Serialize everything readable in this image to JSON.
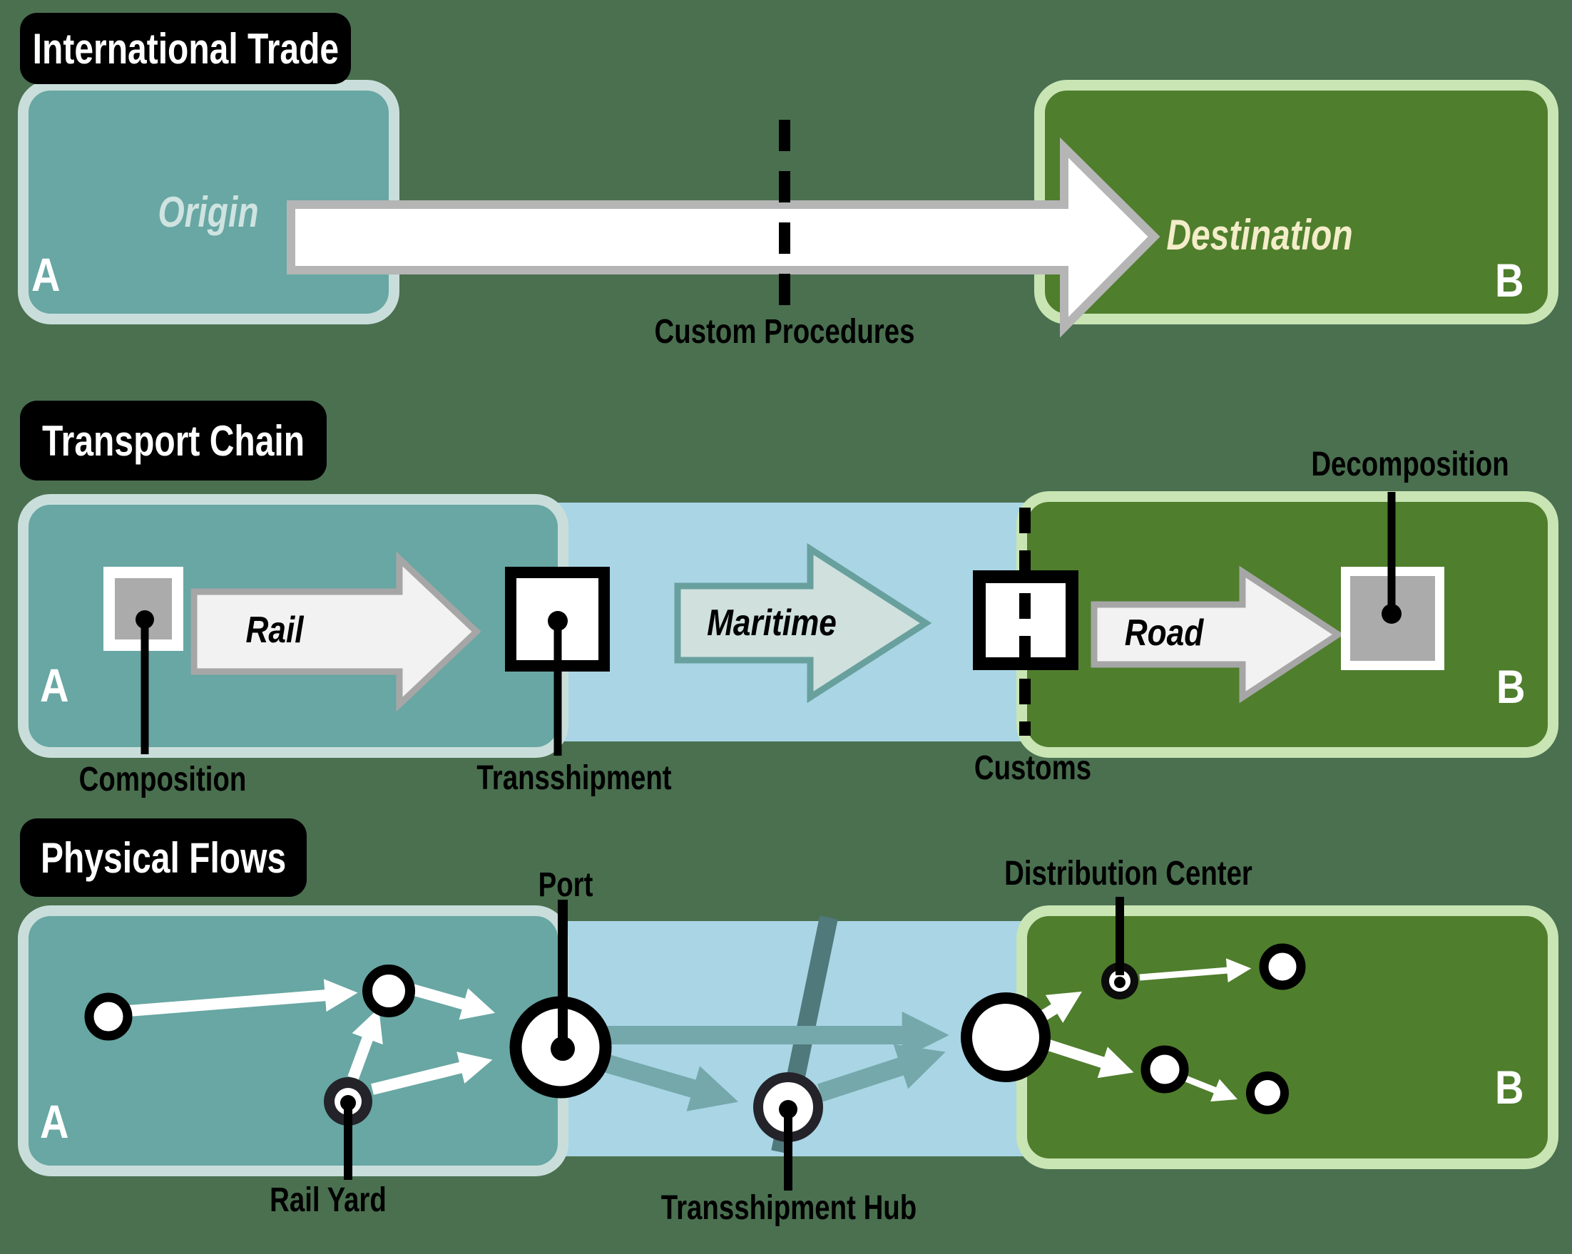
{
  "colors": {
    "background": "#4a7050",
    "region_a_fill": "#68a7a3",
    "region_a_border": "#c9dedb",
    "region_b_fill": "#4f7e2d",
    "region_b_border": "#c9e5b4",
    "maritime_band": "#a9d5e5",
    "flow_arrow_teal": "#74a8ab",
    "border_crossing_band": "#50797b",
    "mode_arrow_fill": "#f2f2f2",
    "mode_arrow_border": "#a6a6a6",
    "maritime_arrow_fill": "#cfe0dd",
    "maritime_arrow_border": "#68a09e",
    "trade_arrow_fill": "#ffffff",
    "trade_arrow_border": "#b5b5b5",
    "origin_text": "#cfe3e0",
    "destination_text": "#f4edc9",
    "label_text": "#000000"
  },
  "sections": {
    "international_trade": {
      "title": "International Trade",
      "origin_label": "Origin",
      "destination_label": "Destination",
      "origin_letter": "A",
      "destination_letter": "B",
      "crossing_label": "Custom Procedures"
    },
    "transport_chain": {
      "title": "Transport Chain",
      "letter_a": "A",
      "letter_b": "B",
      "rail_label": "Rail",
      "maritime_label": "Maritime",
      "road_label": "Road",
      "composition_label": "Composition",
      "transshipment_label": "Transshipment",
      "customs_label": "Customs",
      "decomposition_label": "Decomposition"
    },
    "physical_flows": {
      "title": "Physical Flows",
      "letter_a": "A",
      "letter_b": "B",
      "port_label": "Port",
      "rail_yard_label": "Rail Yard",
      "transshipment_hub_label": "Transshipment Hub",
      "distribution_center_label": "Distribution Center"
    }
  }
}
